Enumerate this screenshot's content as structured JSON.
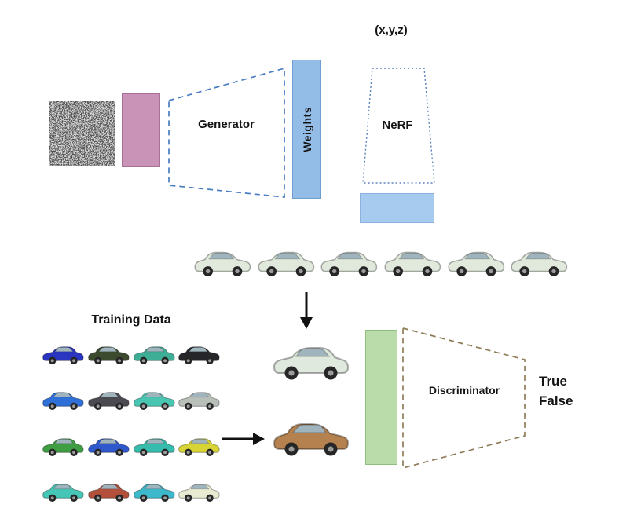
{
  "labels": {
    "coords": "(x,y,z)",
    "generator": "Generator",
    "weights": "Weights",
    "nerf": "NeRF",
    "training_data": "Training Data",
    "discriminator": "Discriminator",
    "true": "True",
    "false": "False"
  },
  "colors": {
    "latent_block": "#c893b6",
    "weights_block": "#93bde6",
    "generator_outline": "#4a7ec2",
    "nerf_outline": "#5a82be",
    "nerf_output_block": "#a6cbef",
    "real_block": "#badcab",
    "discriminator_outline": "#8d7c57",
    "arrow": "#111111"
  },
  "rendered_cars": {
    "color": "#e0e9dc",
    "flips": [
      true,
      false,
      false,
      true,
      false,
      true
    ]
  },
  "generated_cars": {
    "fake_top_color": "#dfe9dd",
    "fake_bottom_color": "#b5824f"
  },
  "training_grid": {
    "colors": [
      "#2a35c0",
      "#3c4a2e",
      "#3fae96",
      "#26262a",
      "#2f6fd8",
      "#4a4a50",
      "#49c6b2",
      "#b9c0ba",
      "#3f9e42",
      "#2f58cc",
      "#35bcac",
      "#d8d435",
      "#46c6b6",
      "#b2503c",
      "#3cb9ca",
      "#e9ead2"
    ],
    "flips": [
      false,
      true,
      false,
      true,
      true,
      false,
      true,
      false,
      false,
      true,
      false,
      false,
      true,
      false,
      true,
      false
    ]
  }
}
